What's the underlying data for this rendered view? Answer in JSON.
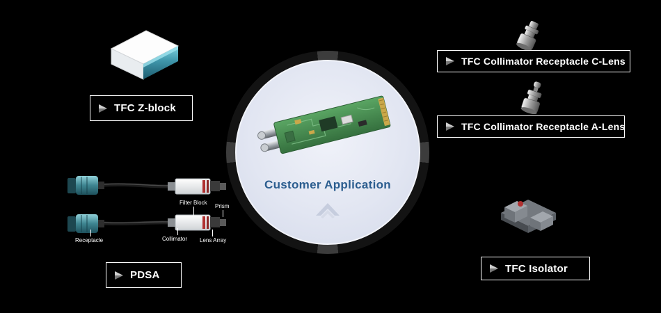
{
  "diagram": {
    "center": {
      "title": "Customer Application"
    },
    "callouts": {
      "z_block": "TFC Z-block",
      "pdsa": "PDSA",
      "collimator_c": "TFC Collimator Receptacle C-Lens",
      "collimator_a": "TFC Collimator Receptacle A-Lens",
      "isolator": "TFC Isolator"
    },
    "pdsa_labels": {
      "filter_block": "Filter Block",
      "prism": "Prism",
      "receptacle": "Receptacle",
      "collimator": "Collimator",
      "lens_array": "Lens Array"
    },
    "colors": {
      "background": "#000000",
      "label_border": "#ffffff",
      "title_blue": "#2b5d8f",
      "circle_fill": "#e2e6f2",
      "pcb_green": "#4a8f55",
      "teal_connector": "#4d9aa5",
      "red_marker": "#b03030"
    }
  }
}
